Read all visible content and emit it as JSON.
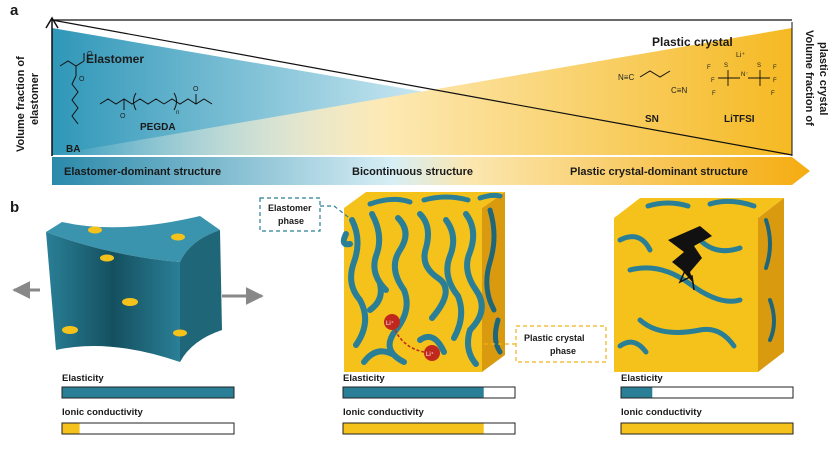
{
  "panels": {
    "a": "a",
    "b": "b"
  },
  "axes": {
    "left": "Volume fraction of elastomer",
    "right": "Volume fraction of plastic crystal"
  },
  "triangle": {
    "elastomer_title": "Elastomer",
    "plastic_title": "Plastic crystal",
    "molecules": {
      "ba": "BA",
      "pegda": "PEGDA",
      "pegda_n": "n",
      "sn": "SN",
      "litfsi": "LiTFSI",
      "sn_formula": "N≡C⁀⁀C≡N",
      "li_plus": "Li⁺"
    }
  },
  "arrow": {
    "labels": [
      "Elastomer-dominant structure",
      "Bicontinuous structure",
      "Plastic crystal-dominant structure"
    ]
  },
  "callouts": {
    "elastomer_phase": [
      "Elastomer",
      "phase"
    ],
    "plastic_phase": [
      "Plastic crystal",
      "phase"
    ],
    "li_ion": "Li⁺"
  },
  "metric_labels": {
    "elasticity": "Elasticity",
    "conductivity": "Ionic conductivity"
  },
  "bars": {
    "left": {
      "elasticity": 1.0,
      "conductivity": 0.1
    },
    "middle": {
      "elasticity": 0.82,
      "conductivity": 0.82
    },
    "right": {
      "elasticity": 0.18,
      "conductivity": 1.0
    }
  },
  "colors": {
    "elastomer": "#2a7f97",
    "elastomer_dark": "#1d5f72",
    "plastic": "#f5c21b",
    "plastic_dark": "#d99a10",
    "crack": "#111111",
    "ion": "#c0281e"
  }
}
